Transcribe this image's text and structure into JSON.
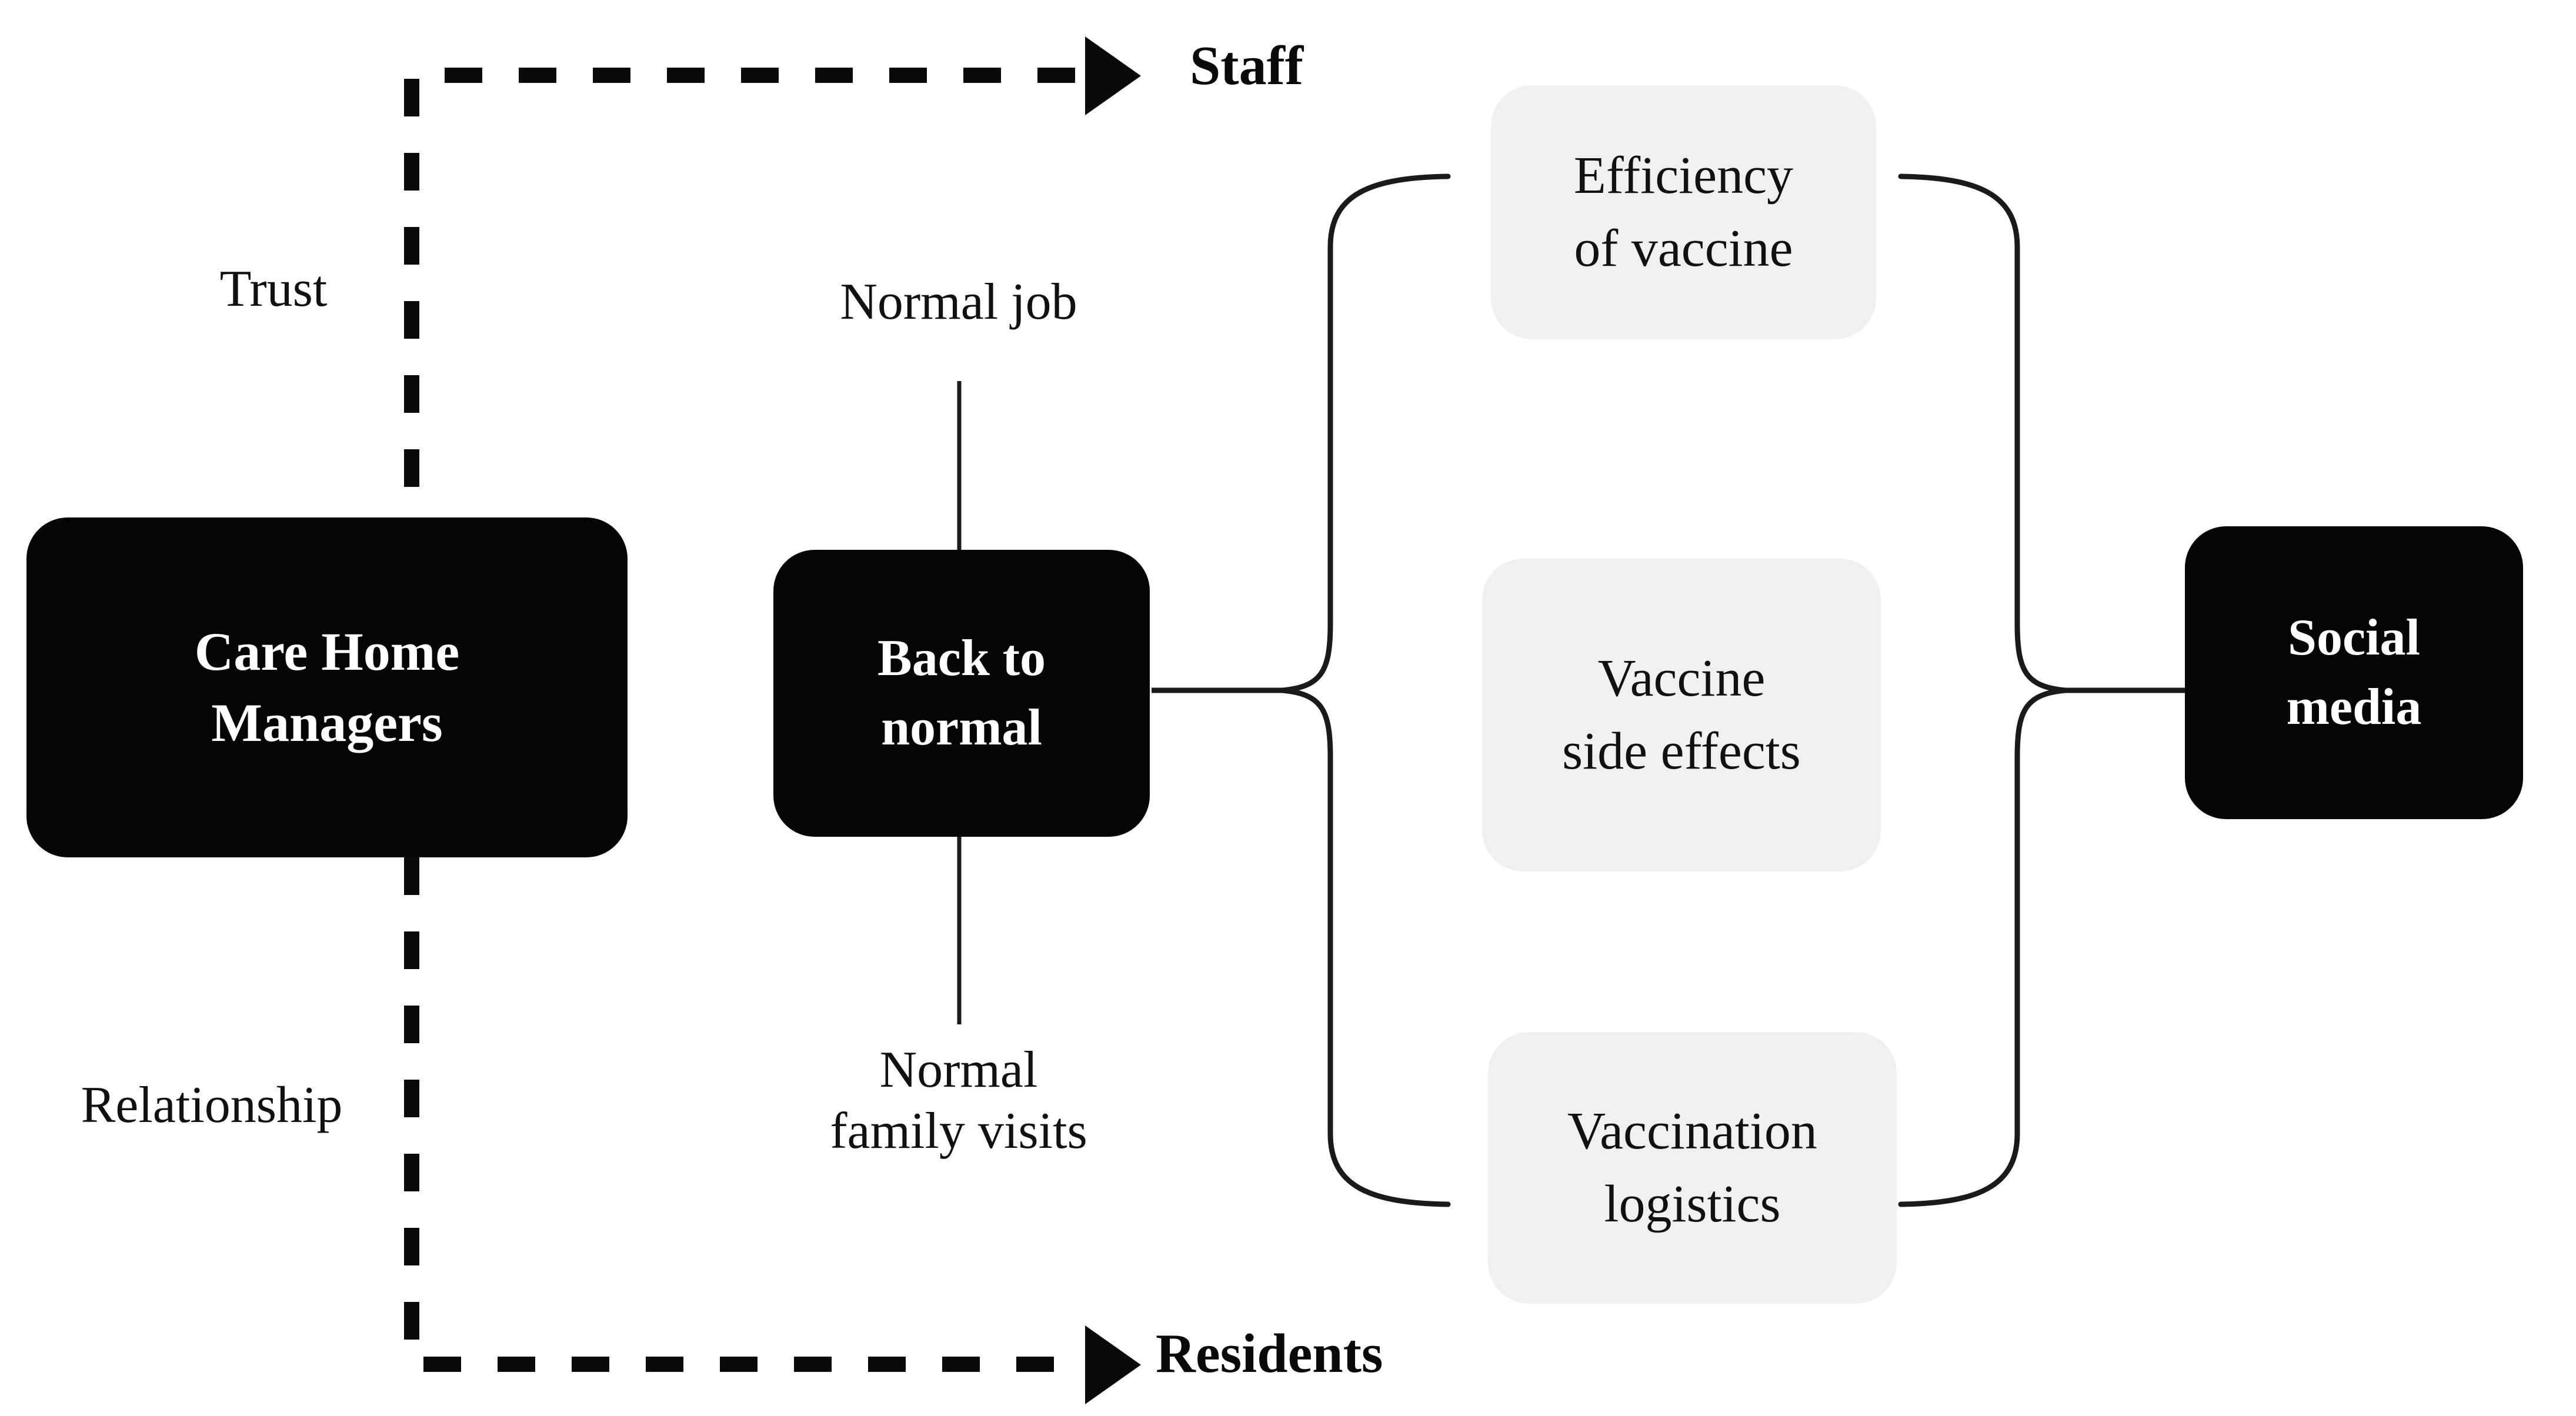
{
  "diagram": {
    "title": "Care home managers vaccine communication diagram",
    "background_color": "#ffffff",
    "dark_node_color": "#050505",
    "light_node_color": "#f0f0f0",
    "line_color": "#111111"
  },
  "nodes": {
    "care_home_managers": {
      "line1": "Care Home",
      "line2": "Managers",
      "style": "dark"
    },
    "back_to_normal": {
      "line1": "Back to",
      "line2": "normal",
      "style": "dark"
    },
    "social_media": {
      "line1": "Social",
      "line2": "media",
      "style": "dark"
    },
    "efficiency_of_vaccine": {
      "line1": "Efficiency",
      "line2": "of vaccine",
      "style": "light"
    },
    "vaccine_side_effects": {
      "line1": "Vaccine",
      "line2": "side effects",
      "style": "light"
    },
    "vaccination_logistics": {
      "line1": "Vaccination",
      "line2": "logistics",
      "style": "light"
    }
  },
  "edge_labels": {
    "trust": "Trust",
    "relationship": "Relationship",
    "normal_job": "Normal job",
    "normal_family_visits_line1": "Normal",
    "normal_family_visits_line2": "family visits"
  },
  "endpoints": {
    "staff": "Staff",
    "residents": "Residents"
  }
}
